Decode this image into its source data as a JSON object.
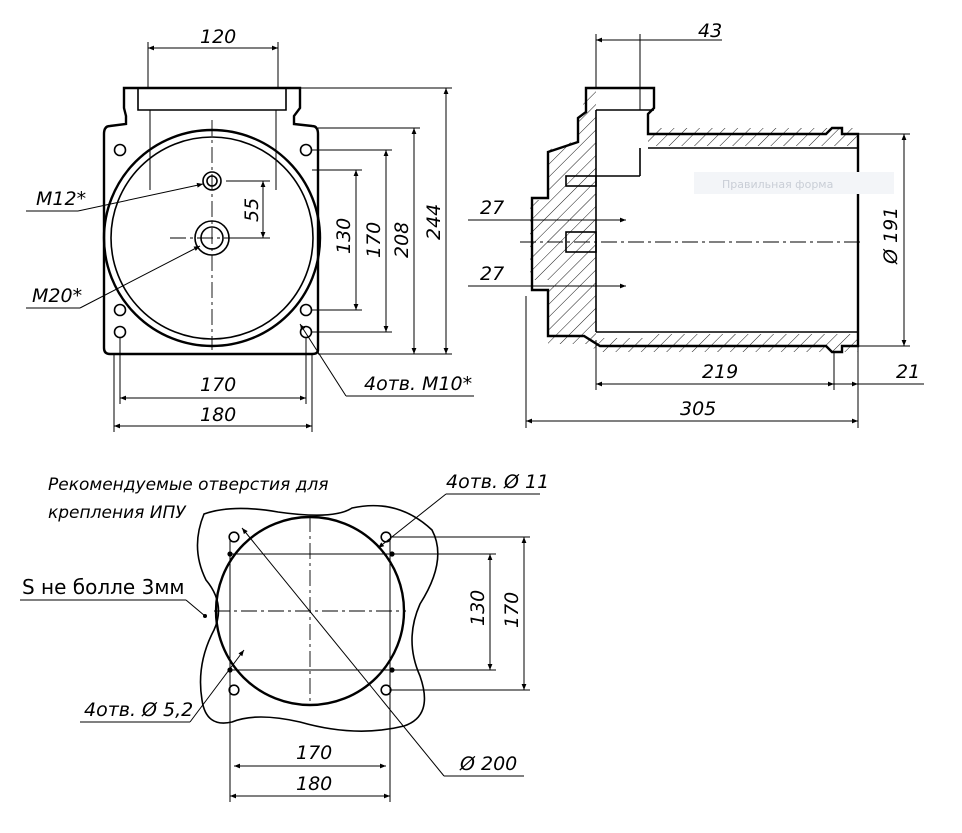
{
  "front_view": {
    "dim_top_width": "120",
    "dim_bottom_inner": "170",
    "dim_bottom_outer": "180",
    "dim_55": "55",
    "dim_130": "130",
    "dim_170": "170",
    "dim_208": "208",
    "dim_244": "244",
    "label_m12": "M12*",
    "label_m20": "M20*",
    "label_holes": "4отв. M10*"
  },
  "side_view": {
    "dim_43": "43",
    "dim_27_top": "27",
    "dim_27_bottom": "27",
    "dim_diameter": "Ø 191",
    "dim_219": "219",
    "dim_21": "21",
    "dim_305": "305",
    "ghost_text": "Правильная форма"
  },
  "mount_view": {
    "note_line1": "Рекомендуемые отверстия для",
    "note_line2": "крепления ИПУ",
    "label_s": "S не болле 3мм",
    "label_holes_11": "4отв. Ø 11",
    "label_holes_52": "4отв. Ø 5,2",
    "label_d200": "Ø 200",
    "dim_130": "130",
    "dim_170_v": "170",
    "dim_170_h": "170",
    "dim_180_h": "180"
  }
}
